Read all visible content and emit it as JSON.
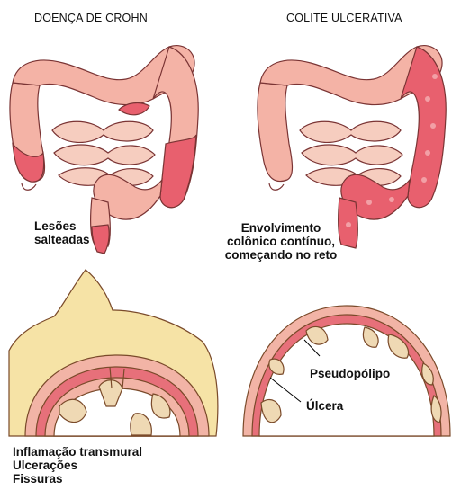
{
  "panels": {
    "crohn": {
      "title": "DOENÇA DE CROHN",
      "gross_caption": [
        "Lesões",
        "salteadas"
      ],
      "cross_section_caption": [
        "Inflamação transmural",
        "Ulcerações",
        "Fissuras"
      ]
    },
    "uc": {
      "title": "COLITE ULCERATIVA",
      "gross_caption": [
        "Envolvimento",
        "colônico contínuo,",
        "começando no reto"
      ],
      "callouts": {
        "pseudopolyp": "Pseudopólipo",
        "ulcer": "Úlcera"
      }
    }
  },
  "colors": {
    "healthy_colon": "#f4b3a6",
    "inflamed_colon": "#e8606e",
    "mucosa": "#e7707a",
    "fat": "#f6e3a6",
    "polyp": "#efd9b4",
    "outline": "#6a2a2a"
  }
}
